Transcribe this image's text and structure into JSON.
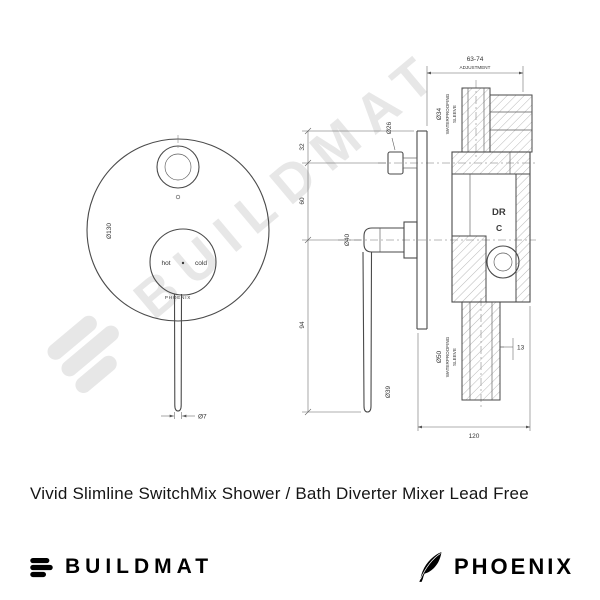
{
  "title": "Vivid Slimline SwitchMix Shower / Bath Diverter Mixer Lead Free",
  "watermark": {
    "text": "BUILDMAT"
  },
  "footer": {
    "buildmat_label": "BUILDMAT",
    "phoenix_label": "PHOENIX"
  },
  "front_view": {
    "plate_diameter": "Ø130",
    "lever_tip_diameter": "Ø7",
    "hot_label": "hot",
    "cold_label": "cold",
    "brand_mark": "PHOENIX"
  },
  "side_view": {
    "adjustment_value": "63-74",
    "adjustment_label": "ADJUSTMENT",
    "knob_diameter": "Ø26",
    "top_sleeve_diameter": "Ø34",
    "top_sleeve_label_1": "WATERPROOFING",
    "top_sleeve_label_2": "SLEEVE",
    "handle_base_diameter": "Ø40",
    "bottom_sleeve_diameter": "Ø50",
    "bottom_sleeve_label_1": "WATERPROOFING",
    "bottom_sleeve_label_2": "SLEEVE",
    "lever_hub_diameter": "Ø39",
    "offset_dim": "13",
    "depth_dim": "120",
    "height_dim_top": "32",
    "height_dim_mid": "60",
    "height_dim_bottom": "94",
    "body_mark_line1": "DR",
    "body_mark_line2": "C"
  }
}
